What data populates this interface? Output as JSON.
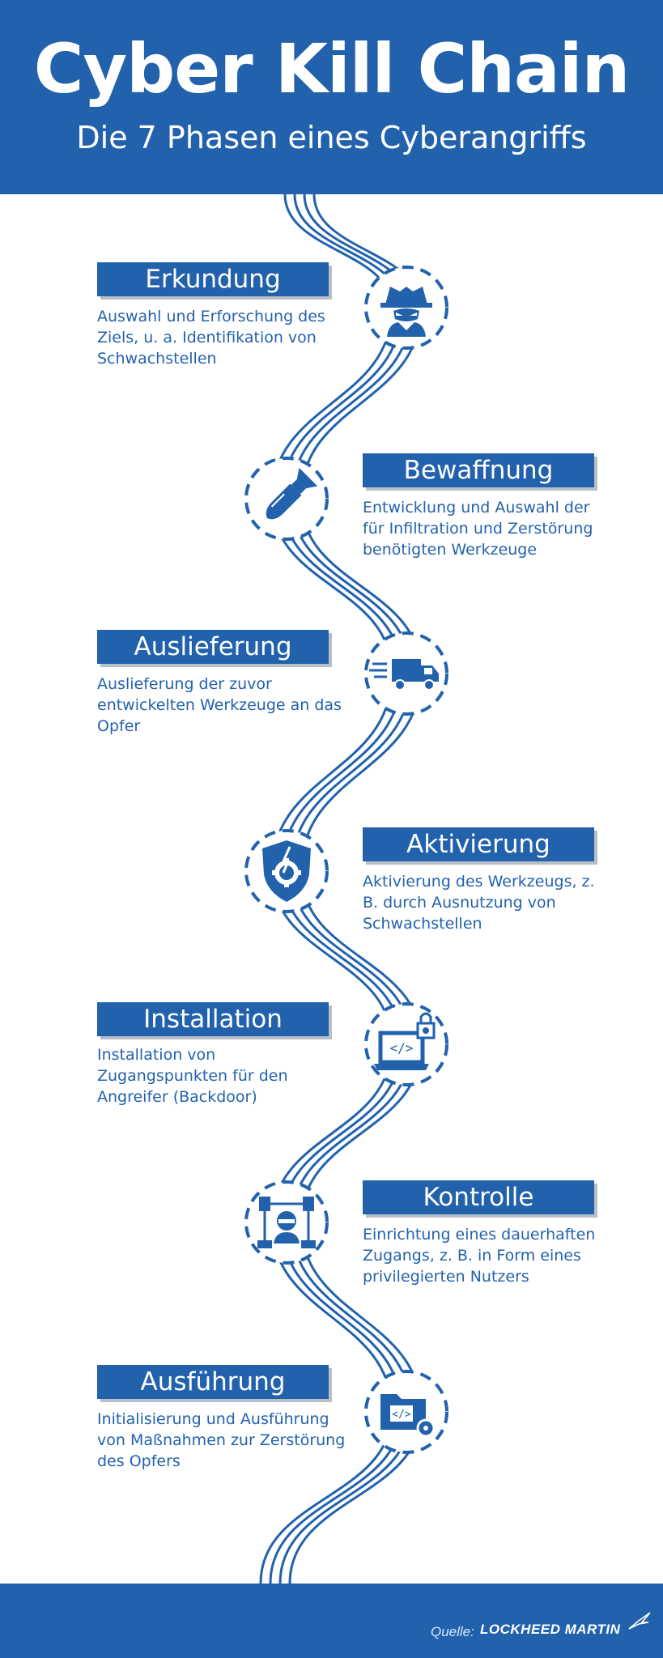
{
  "header": {
    "title": "Cyber Kill Chain",
    "subtitle": "Die 7 Phasen eines Cyberangriffs"
  },
  "colors": {
    "brand_blue": "#2262ad",
    "text_blue": "#2262ad",
    "shadow": "#b9bfc7"
  },
  "stages": [
    {
      "title": "Erkundung",
      "description": "Auswahl und Erforschung des Ziels, u. a. Identifikation von Schwachstellen",
      "icon": "hacker-icon"
    },
    {
      "title": "Bewaffnung",
      "description": "Entwicklung und Auswahl der für Infiltration und Zerstörung benötigten Werkzeuge",
      "icon": "missile-icon"
    },
    {
      "title": "Auslieferung",
      "description": "Auslieferung der zuvor entwickelten Werkzeuge an das Opfer",
      "icon": "delivery-truck-icon"
    },
    {
      "title": "Aktivierung",
      "description": "Aktivierung des Werkzeugs, z. B. durch Ausnutzung von Schwachstellen",
      "icon": "shield-gear-icon"
    },
    {
      "title": "Installation",
      "description": "Installation von Zugangspunkten für den Angreifer (Backdoor)",
      "icon": "laptop-lock-icon"
    },
    {
      "title": "Kontrolle",
      "description": "Einrichtung eines dauerhaften Zugangs, z. B. in Form eines privilegierten Nutzers",
      "icon": "network-hacker-icon"
    },
    {
      "title": "Ausführung",
      "description": "Initialisierung und Ausführung von Maßnahmen zur Zerstörung des Opfers",
      "icon": "folder-code-gear-icon"
    }
  ],
  "footer": {
    "source_label": "Quelle:",
    "brand": "LOCKHEED MARTIN"
  }
}
